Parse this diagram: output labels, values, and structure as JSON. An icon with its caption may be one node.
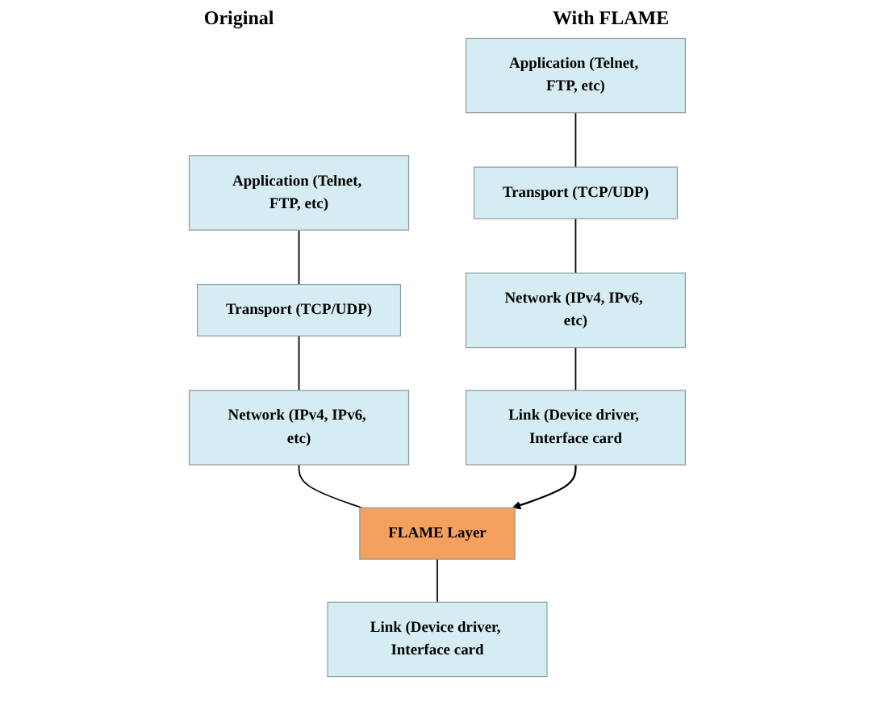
{
  "diagram": {
    "nodes": [
      {
        "text": [
          "Application (Telnet, FTP, etc)"
        ]
      },
      {
        "text": [
          "Transport (TCP/UDP)"
        ]
      },
      {
        "text": [
          "Network (IPv4, IPv6, etc)"
        ]
      },
      {
        "text": [
          "Link (Device driver, Interface card"
        ]
      },
      {
        "text": [
          "Application (Telnet, FTP, etc)"
        ]
      },
      {
        "text": [
          "Transport (TCP/UDP)"
        ]
      },
      {
        "text": [
          "Network (IPv4, IPv6, etc)"
        ]
      },
      {
        "text": [
          "FLAME Layer"
        ]
      },
      {
        "text": [
          "Link (Device driver, Interface card"
        ]
      }
    ],
    "edges": [
      {
        "from": 0,
        "to": 1,
        "arrow": "none"
      },
      {
        "from": 1,
        "to": 2,
        "arrow": "none"
      },
      {
        "from": 2,
        "to": 3,
        "arrow": "none"
      },
      {
        "from": 4,
        "to": 5,
        "arrow": "none"
      },
      {
        "from": 5,
        "to": 6,
        "arrow": "none"
      },
      {
        "from": 6,
        "to": 7,
        "arrow": "none"
      },
      {
        "from": 7,
        "to": 8,
        "arrow": "none"
      },
      {
        "from": 3,
        "to": 7,
        "arrow": "to"
      }
    ],
    "labels": [
      "Original",
      "With FLAME"
    ]
  }
}
